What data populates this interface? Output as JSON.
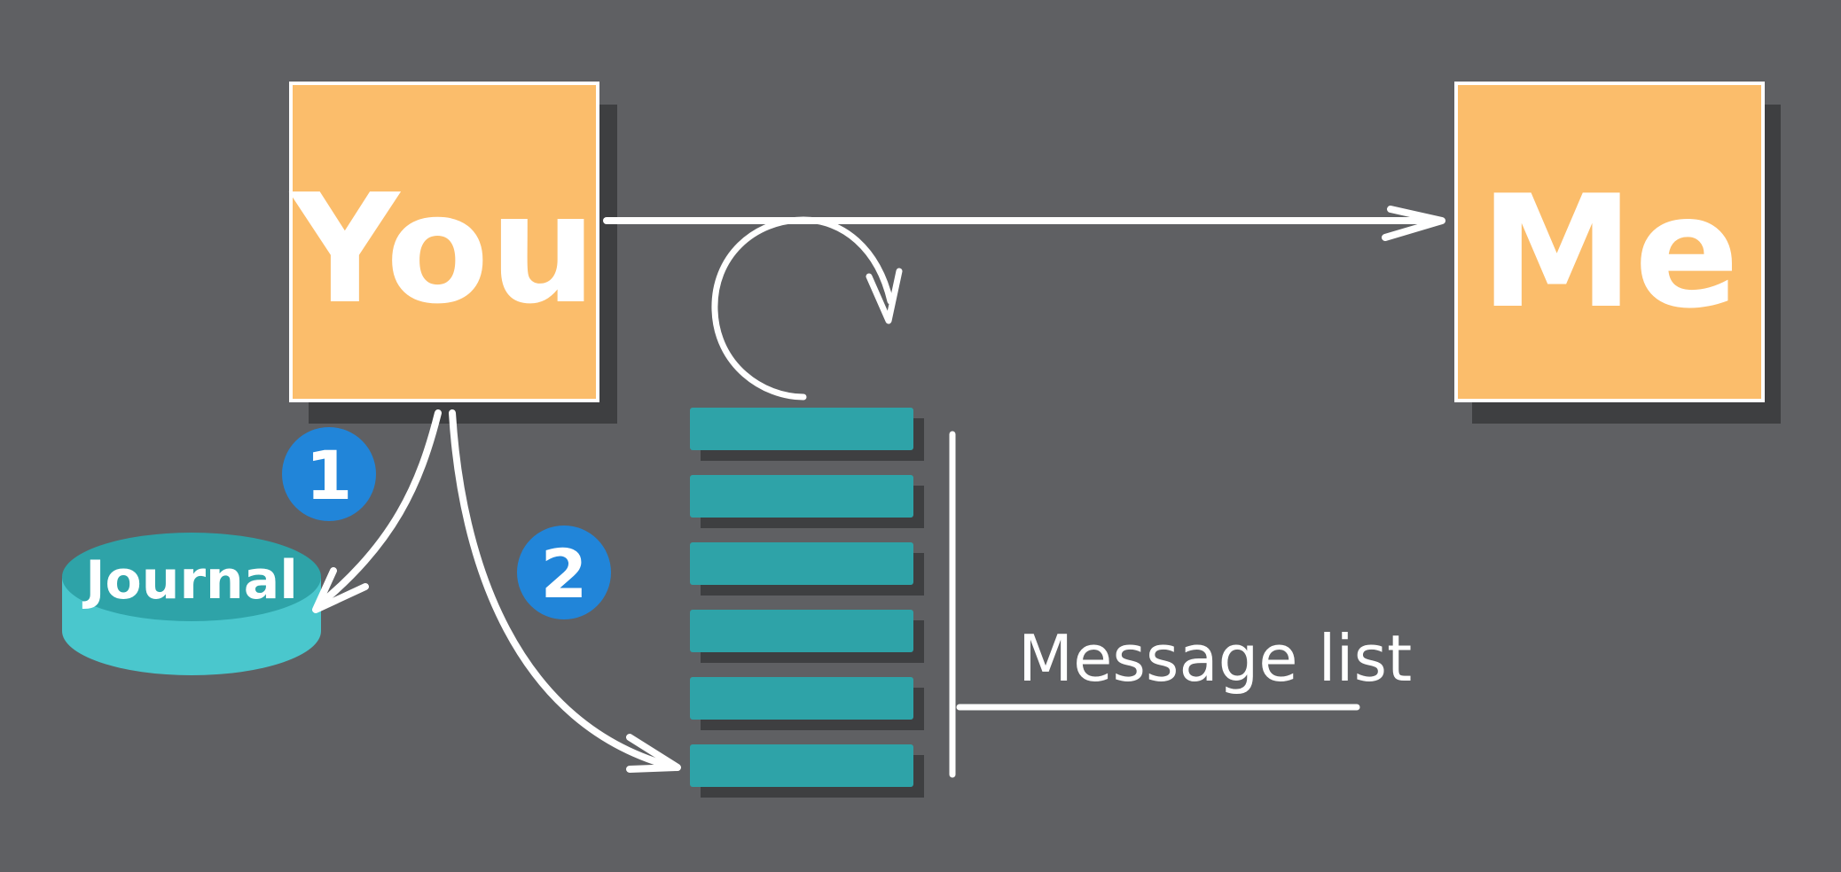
{
  "diagram": {
    "sender_label": "You",
    "receiver_label": "Me",
    "journal_label": "Journal",
    "message_list_label": "Message list",
    "step_1_label": "1",
    "step_2_label": "2",
    "message_slot_count": 6
  },
  "colors": {
    "background": "#5f6063",
    "box_fill": "#fbbd6b",
    "box_border": "#ffffff",
    "stroke": "#ffffff",
    "slot_fill": "#2ea3a8",
    "journal_top": "#2ea3a8",
    "journal_side": "#4ac7cd",
    "badge_fill": "#2185d9",
    "shadow": "#3e3f41"
  }
}
